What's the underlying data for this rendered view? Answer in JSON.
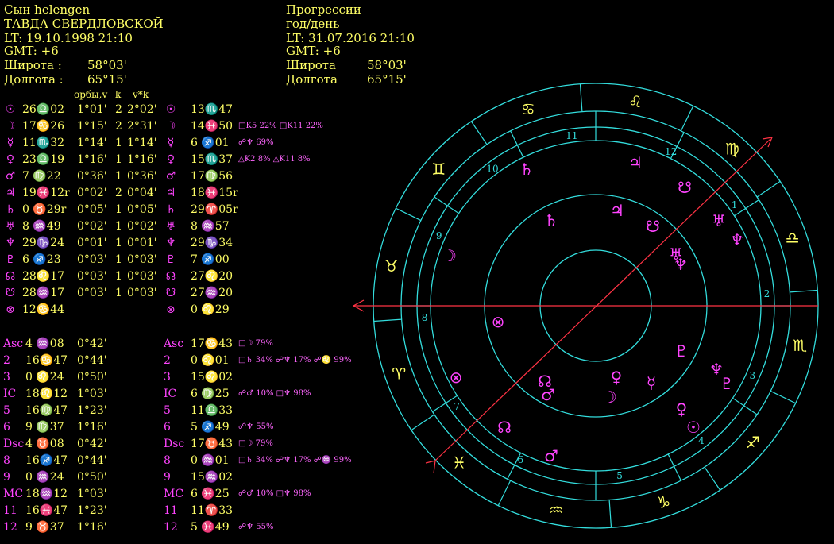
{
  "header_left": {
    "name": "Сын helengen",
    "place": "ТАВДА СВЕРДЛОВСКОЙ",
    "lt": "LT: 19.10.1998  21:10",
    "gmt": "GMT: +6",
    "lat_label": "Широта :",
    "lat_value": "58°03'",
    "lon_label": "Долгота :",
    "lon_value": "65°15'"
  },
  "header_right": {
    "title": "Прогрессии",
    "subtitle": "год/день",
    "lt": "LT: 31.07.2016  21:10",
    "gmt": "GMT: +6",
    "lat_label": "Широта",
    "lat_value": "58°03'",
    "lon_label": "Долгота",
    "lon_value": "65°15'"
  },
  "column_headers": {
    "orb": "орбы,v",
    "k": "k",
    "vk": "v*k"
  },
  "planets": [
    {
      "glyph": "☉",
      "natal": "26♎02",
      "orb": "1°01'",
      "k": "2",
      "vk": "2°02'",
      "prog": "13♏47",
      "aspects": ""
    },
    {
      "glyph": "☽",
      "natal": "17♋26",
      "orb": "1°15'",
      "k": "2",
      "vk": "2°31'",
      "prog": "14♓50",
      "aspects": "□K5 22%   □K11 22%"
    },
    {
      "glyph": "☿",
      "natal": "11♏32",
      "orb": "1°14'",
      "k": "1",
      "vk": "1°14'",
      "prog": "6 ♐01",
      "aspects": "☍♆ 69%"
    },
    {
      "glyph": "♀",
      "natal": "23♎19",
      "orb": "1°16'",
      "k": "1",
      "vk": "1°16'",
      "prog": "15♏37",
      "aspects": "△K2  8%   △K11  8%"
    },
    {
      "glyph": "♂",
      "natal": "7 ♍22",
      "orb": "0°36'",
      "k": "1",
      "vk": "0°36'",
      "prog": "17♍56",
      "aspects": ""
    },
    {
      "glyph": "♃",
      "natal": "19♓12r",
      "orb": "0°02'",
      "k": "2",
      "vk": "0°04'",
      "prog": "18♓15r",
      "aspects": ""
    },
    {
      "glyph": "♄",
      "natal": "0 ♉29r",
      "orb": "0°05'",
      "k": "1",
      "vk": "0°05'",
      "prog": "29♈05r",
      "aspects": ""
    },
    {
      "glyph": "♅",
      "natal": "8 ♒49",
      "orb": "0°02'",
      "k": "1",
      "vk": "0°02'",
      "prog": "8 ♒57",
      "aspects": ""
    },
    {
      "glyph": "♆",
      "natal": "29♑24",
      "orb": "0°01'",
      "k": "1",
      "vk": "0°01'",
      "prog": "29♑34",
      "aspects": ""
    },
    {
      "glyph": "♇",
      "natal": "6 ♐23",
      "orb": "0°03'",
      "k": "1",
      "vk": "0°03'",
      "prog": "7 ♐00",
      "aspects": ""
    },
    {
      "glyph": "☊",
      "natal": "28♌17",
      "orb": "0°03'",
      "k": "1",
      "vk": "0°03'",
      "prog": "27♌20",
      "aspects": ""
    },
    {
      "glyph": "☋",
      "natal": "28♒17",
      "orb": "0°03'",
      "k": "1",
      "vk": "0°03'",
      "prog": "27♒20",
      "aspects": ""
    },
    {
      "glyph": "⊗",
      "natal": "12♋44",
      "orb": "",
      "k": "",
      "vk": "",
      "prog": "0 ♌29",
      "aspects": ""
    }
  ],
  "houses": [
    {
      "label": "Asc",
      "natal": "4 ♒08",
      "orb": "0°42'",
      "plabel": "Asc",
      "prog": "17♋43",
      "aspects": "□☽ 79%"
    },
    {
      "label": "2",
      "natal": "16♋47",
      "orb": "0°44'",
      "plabel": "2",
      "prog": "0 ♌01",
      "aspects": "□♄ 34%   ☍♆ 17%   ☍♌ 99%"
    },
    {
      "label": "3",
      "natal": "0 ♌24",
      "orb": "0°50'",
      "plabel": "3",
      "prog": "15♌02",
      "aspects": ""
    },
    {
      "label": "IC",
      "natal": "18♌12",
      "orb": "1°03'",
      "plabel": "IC",
      "prog": "6 ♍25",
      "aspects": "☍♂ 10%   □♆ 98%"
    },
    {
      "label": "5",
      "natal": "16♍47",
      "orb": "1°23'",
      "plabel": "5",
      "prog": "11♎33",
      "aspects": ""
    },
    {
      "label": "6",
      "natal": "9 ♍37",
      "orb": "1°16'",
      "plabel": "6",
      "prog": "5 ♐49",
      "aspects": "☍♆ 55%"
    },
    {
      "label": "Dsc",
      "natal": "4 ♉08",
      "orb": "0°42'",
      "plabel": "Dsc",
      "prog": "17♉43",
      "aspects": "□☽ 79%"
    },
    {
      "label": "8",
      "natal": "16♐47",
      "orb": "0°44'",
      "plabel": "8",
      "prog": "0 ♒01",
      "aspects": "□♄ 34%   ☍♆ 17%   ☍♒ 99%"
    },
    {
      "label": "9",
      "natal": "0 ♒24",
      "orb": "0°50'",
      "plabel": "9",
      "prog": "15♒02",
      "aspects": ""
    },
    {
      "label": "MC",
      "natal": "18♒12",
      "orb": "1°03'",
      "plabel": "MC",
      "prog": "6 ♓25",
      "aspects": "☍♂ 10%   □♆ 98%"
    },
    {
      "label": "11",
      "natal": "16♓47",
      "orb": "1°23'",
      "plabel": "11",
      "prog": "11♈33",
      "aspects": ""
    },
    {
      "label": "12",
      "natal": "9 ♉37",
      "orb": "1°16'",
      "plabel": "12",
      "prog": "5 ♓49",
      "aspects": "☍♆ 55%"
    }
  ],
  "wheel": {
    "signs": [
      "♈",
      "♓",
      "♒",
      "♑",
      "♐",
      "♏",
      "♎",
      "♍",
      "♌",
      "♋",
      "♊",
      "♉"
    ],
    "house_numbers": [
      "11",
      "10",
      "9",
      "8",
      "7",
      "6",
      "5",
      "4",
      "3",
      "2",
      "1",
      "12"
    ],
    "planet_glyphs_outer": [
      "♄",
      "♃",
      "☋",
      "♅",
      "♆",
      "♆",
      "☽",
      "♇",
      "♆",
      "♀",
      "☿",
      "☉",
      "♀",
      "☉",
      "☊",
      "♂",
      "♂",
      "⊗"
    ],
    "colors": {
      "ring": "#33dddd",
      "glyph_sign": "#ffff66",
      "glyph_planet": "#ff44ff",
      "axis": "#ff3344"
    }
  }
}
